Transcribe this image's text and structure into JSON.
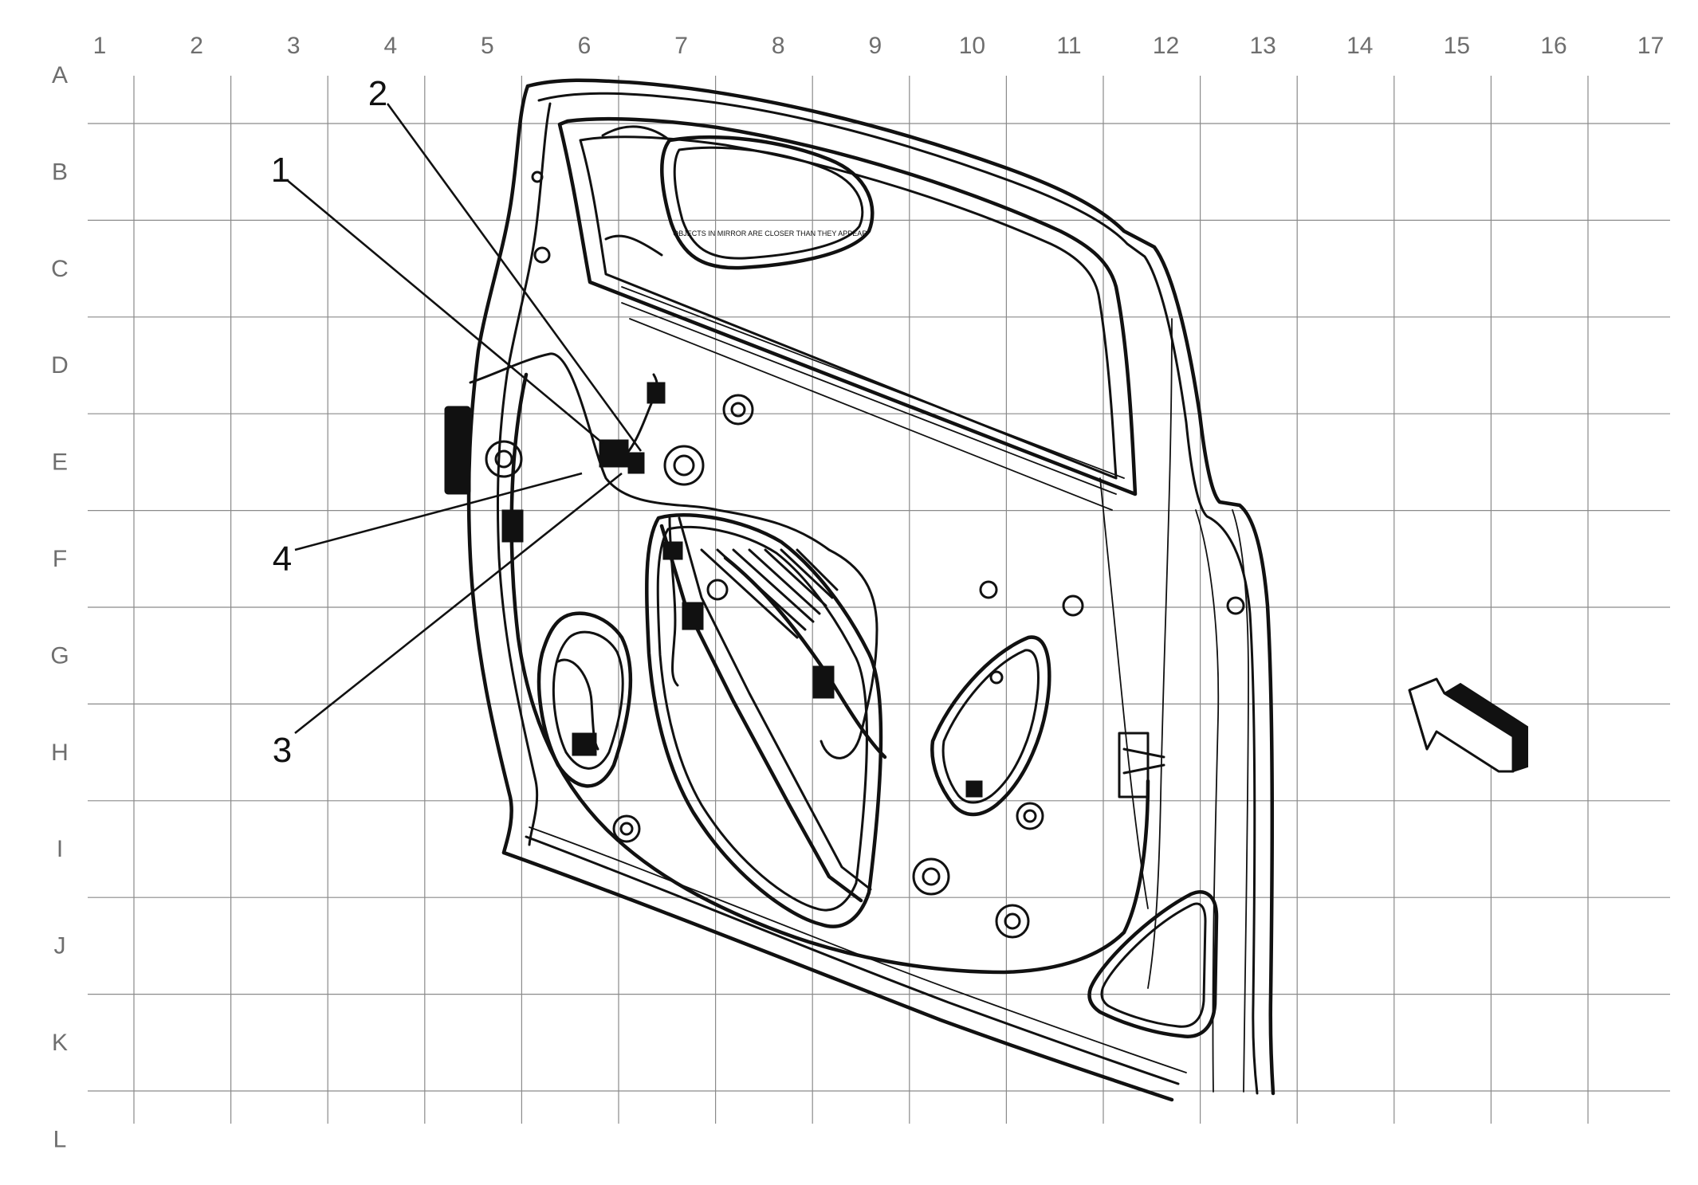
{
  "grid": {
    "columns": [
      "1",
      "2",
      "3",
      "4",
      "5",
      "6",
      "7",
      "8",
      "9",
      "10",
      "11",
      "12",
      "13",
      "14",
      "15",
      "16",
      "17"
    ],
    "rows": [
      "A",
      "B",
      "C",
      "D",
      "E",
      "F",
      "G",
      "H",
      "I",
      "J",
      "K",
      "L"
    ]
  },
  "callouts": [
    {
      "label": "1"
    },
    {
      "label": "2"
    },
    {
      "label": "3"
    },
    {
      "label": "4"
    }
  ],
  "mirror_label_text": "OBJECTS IN MIRROR ARE CLOSER THAN THEY APPEAR",
  "icons": [
    "view-direction-arrow-icon"
  ],
  "colors": {
    "ink": "#111111",
    "grid": "#8a8a8a",
    "label": "#6e6e6e",
    "background": "#ffffff"
  }
}
